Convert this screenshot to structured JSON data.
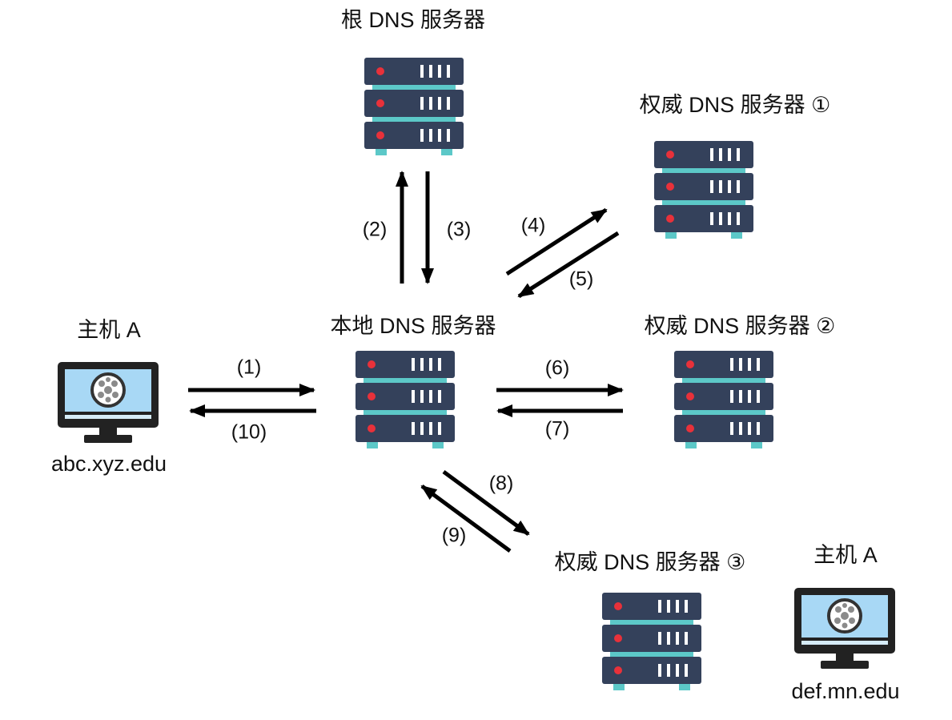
{
  "nodes": {
    "root_server": {
      "label": "根 DNS 服务器"
    },
    "auth_server_1": {
      "label": "权威 DNS 服务器 ①"
    },
    "local_server": {
      "label": "本地 DNS 服务器"
    },
    "auth_server_2": {
      "label": "权威 DNS 服务器 ②"
    },
    "auth_server_3": {
      "label": "权威 DNS 服务器 ③"
    },
    "host_left": {
      "label": "主机 A",
      "domain": "abc.xyz.edu"
    },
    "host_right": {
      "label": "主机 A",
      "domain": "def.mn.edu"
    }
  },
  "steps": [
    "(1)",
    "(2)",
    "(3)",
    "(4)",
    "(5)",
    "(6)",
    "(7)",
    "(8)",
    "(9)",
    "(10)"
  ],
  "colors": {
    "server_body": "#34415b",
    "server_band": "#5cc8c8",
    "server_led": "#e8313a",
    "monitor_frame": "#222222",
    "monitor_screen": "#a8d8f5",
    "arrow": "#000000"
  }
}
